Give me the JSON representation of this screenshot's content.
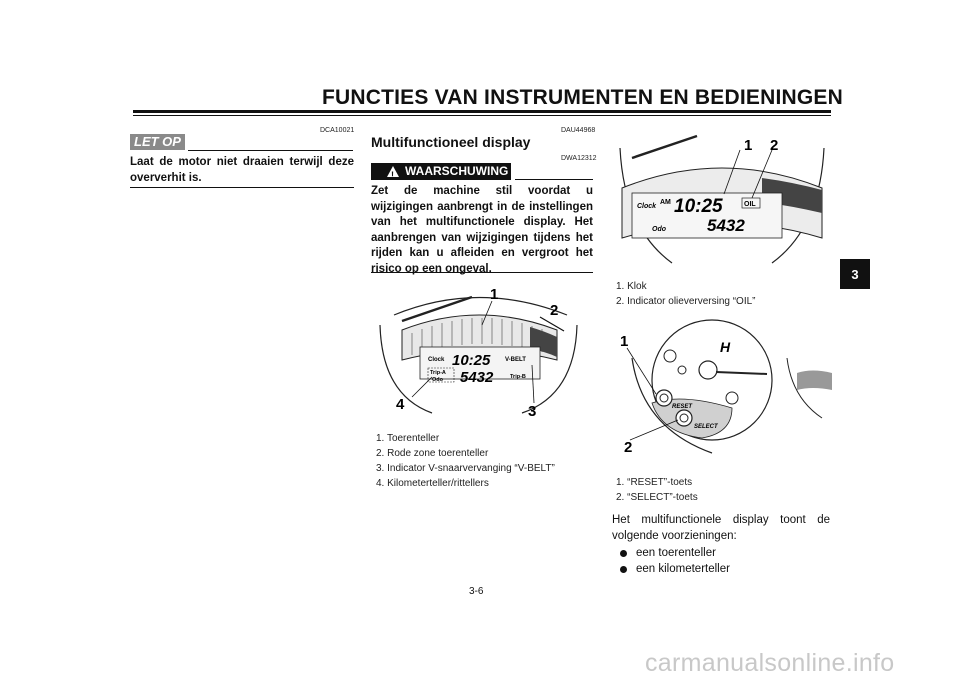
{
  "header": {
    "title": "FUNCTIES VAN INSTRUMENTEN EN BEDIENINGEN"
  },
  "left_col": {
    "code": "DCA10021",
    "notice_label": "LET OP",
    "notice_text": "Laat de motor niet draaien terwijl deze oververhit is."
  },
  "mid_col": {
    "code": "DAU44968",
    "section_title": "Multifunctioneel display",
    "warning_code": "DWA12312",
    "warning_label": "WAARSCHUWING",
    "warning_text": "Zet de machine stil voordat u wijzigingen aanbrengt in de instellingen van het multifunctionele display. Het aanbrengen van wijzigingen tijdens het rijden kan u afleiden en vergroot het risico op een ongeval.",
    "figure_callouts": [
      "1",
      "2",
      "3",
      "4"
    ],
    "figure_texts": {
      "clock": "Clock",
      "vbelt": "V-BELT",
      "tripa": "Trip-A",
      "tripb": "Trip-B",
      "odo": "Odo",
      "digits_time": "10:25",
      "digits_odo": "5432"
    },
    "legend": [
      "1. Toerenteller",
      "2. Rode zone toerenteller",
      "3. Indicator V-snaarvervanging “V-BELT”",
      "4. Kilometerteller/rittellers"
    ]
  },
  "right_col": {
    "fig1_callouts": [
      "1",
      "2"
    ],
    "fig1_texts": {
      "clock": "Clock",
      "am": "AM",
      "oil": "OIL",
      "odo": "Odo",
      "digits_time": "10:25",
      "digits_odo": "5432"
    },
    "legend1": [
      "1. Klok",
      "2. Indicator olieverversing “OIL”"
    ],
    "fig2_callouts": [
      "1",
      "2"
    ],
    "fig2_texts": {
      "reset": "RESET",
      "select": "SELECT",
      "h": "H"
    },
    "legend2": [
      "1. “RESET”-toets",
      "2. “SELECT”-toets"
    ],
    "body_text": "Het multifunctionele display toont de volgende voorzieningen:",
    "bullets": [
      "een toerenteller",
      "een kilometerteller"
    ]
  },
  "side_tab": "3",
  "page_number": "3-6",
  "watermark": "carmanualsonline.info"
}
